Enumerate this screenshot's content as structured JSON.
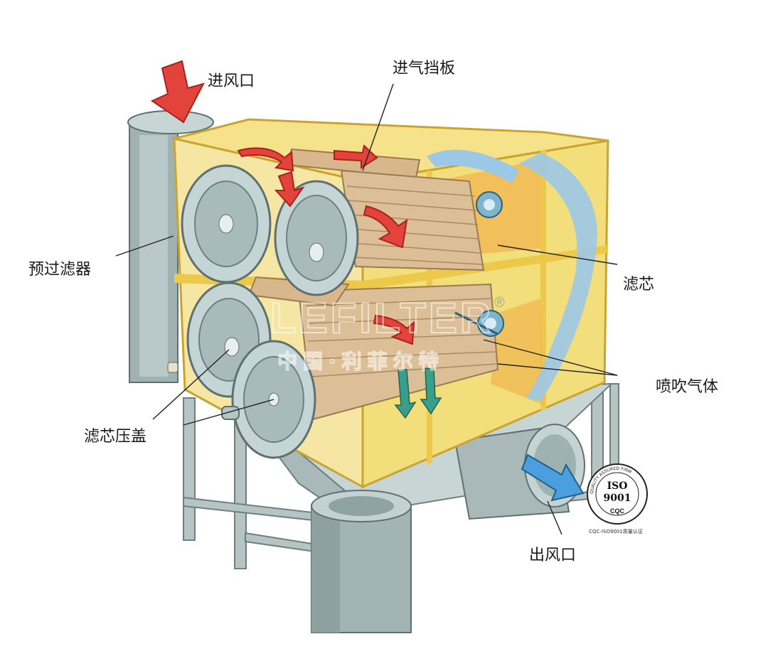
{
  "labels": {
    "inlet": "进风口",
    "inlet_baffle": "进气挡板",
    "pre_filter": "预过滤器",
    "filter_cartridge": "滤芯",
    "pulse_gas": "喷吹气体",
    "cartridge_cover": "滤芯压盖",
    "outlet": "出风口"
  },
  "watermark": {
    "brand_latin": "LEFILTER",
    "registered": "®",
    "brand_cn": "中国·利菲尔特"
  },
  "certification": {
    "standard": "ISO",
    "number": "9001",
    "ring_text": "QUALITY ASSURED FIRM",
    "body": "CQC",
    "caption": "CQC-ISO9001质量认证"
  },
  "colors": {
    "housing_yellow": "#f5df6e",
    "frame_yellow": "#ecc94a",
    "steel": "#a9b9b9",
    "steel_dark": "#7f9393",
    "inlet_arrow": "#e2433a",
    "outlet_arrow": "#4a9fdc",
    "pulse_arrow": "#3a9e8a",
    "air_flow_blue": "#9cc8e8",
    "filter_tan": "#d9b78d"
  }
}
